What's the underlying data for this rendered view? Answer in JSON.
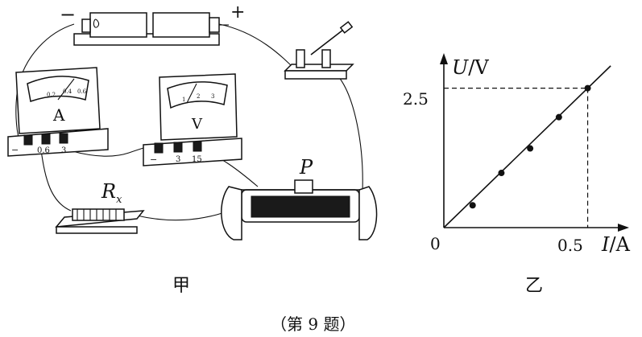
{
  "battery": {
    "minus": "−",
    "plus": "+"
  },
  "ammeter": {
    "symbol": "A",
    "terminals": [
      "−",
      "0.6",
      "3"
    ],
    "scale": [
      "0.2",
      "0.4",
      "0.6"
    ]
  },
  "voltmeter": {
    "symbol": "V",
    "terminals": [
      "−",
      "3",
      "15"
    ],
    "scale": [
      "1",
      "2",
      "3"
    ]
  },
  "resistor": {
    "label_main": "R",
    "label_sub": "x"
  },
  "rheostat": {
    "slider_label": "P"
  },
  "figure_a_caption": "甲",
  "figure_b_caption": "乙",
  "question_label": "（第 9 题）",
  "chart_data": {
    "type": "scatter",
    "xlabel_var": "I",
    "xlabel_unit": "/A",
    "ylabel_var": "U",
    "ylabel_unit": "/V",
    "origin_label": "0",
    "x_tick": "0.5",
    "y_tick": "2.5",
    "xlim": [
      0,
      0.63
    ],
    "ylim": [
      0,
      3.1
    ],
    "points": [
      {
        "x": 0.1,
        "y": 0.4
      },
      {
        "x": 0.2,
        "y": 0.98
      },
      {
        "x": 0.3,
        "y": 1.42
      },
      {
        "x": 0.4,
        "y": 1.98
      },
      {
        "x": 0.5,
        "y": 2.5
      }
    ],
    "fit_line": {
      "x": [
        0,
        0.58
      ],
      "y": [
        0,
        2.9
      ]
    },
    "guide": {
      "x": 0.5,
      "y": 2.5
    }
  }
}
